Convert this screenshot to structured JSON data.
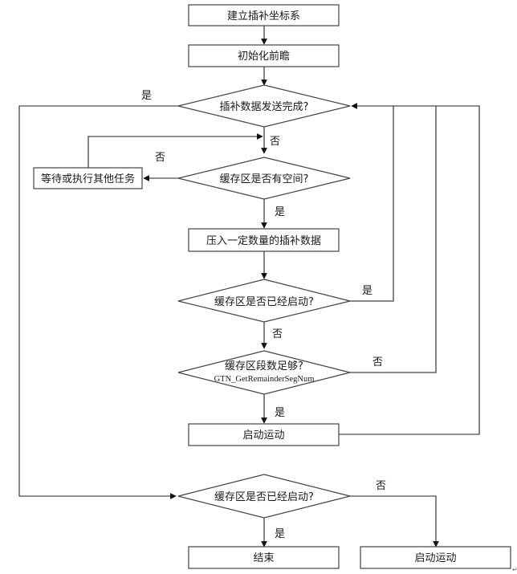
{
  "diagram": {
    "type": "flowchart",
    "nodes": {
      "setup_coords": "建立插补坐标系",
      "init_lookahead": "初始化前瞻",
      "data_sent_complete": "插补数据发送完成?",
      "buffer_has_space": "缓存区是否有空间?",
      "wait_or_other": "等待或执行其他任务",
      "push_data": "压入一定数量的插补数据",
      "buffer_started_1": "缓存区是否已经启动?",
      "segments_enough_line1": "缓存区段数足够?",
      "segments_enough_line2": "GTN_GetRemainderSegNum",
      "start_motion_1": "启动运动",
      "buffer_started_2": "缓存区是否已经启动?",
      "end": "结束",
      "start_motion_2": "启动运动"
    },
    "labels": {
      "complete_yes": "是",
      "complete_no": "否",
      "space_no": "否",
      "space_yes": "是",
      "started1_yes": "是",
      "started1_no": "否",
      "segments_no": "否",
      "segments_yes": "是",
      "started2_no": "否",
      "started2_yes": "是"
    },
    "edges": [
      {
        "from": "setup_coords",
        "to": "init_lookahead"
      },
      {
        "from": "init_lookahead",
        "to": "data_sent_complete"
      },
      {
        "from": "data_sent_complete",
        "to": "buffer_started_2",
        "label": "是"
      },
      {
        "from": "data_sent_complete",
        "to": "buffer_has_space",
        "label": "否"
      },
      {
        "from": "buffer_has_space",
        "to": "wait_or_other",
        "label": "否"
      },
      {
        "from": "wait_or_other",
        "to": "buffer_has_space"
      },
      {
        "from": "buffer_has_space",
        "to": "push_data",
        "label": "是"
      },
      {
        "from": "push_data",
        "to": "buffer_started_1"
      },
      {
        "from": "buffer_started_1",
        "to": "data_sent_complete",
        "label": "是"
      },
      {
        "from": "buffer_started_1",
        "to": "segments_enough",
        "label": "否"
      },
      {
        "from": "segments_enough",
        "to": "data_sent_complete",
        "label": "否"
      },
      {
        "from": "segments_enough",
        "to": "start_motion_1",
        "label": "是"
      },
      {
        "from": "start_motion_1",
        "to": "data_sent_complete"
      },
      {
        "from": "buffer_started_2",
        "to": "end",
        "label": "是"
      },
      {
        "from": "buffer_started_2",
        "to": "start_motion_2",
        "label": "否"
      }
    ],
    "paragraph_mark": "↵"
  }
}
